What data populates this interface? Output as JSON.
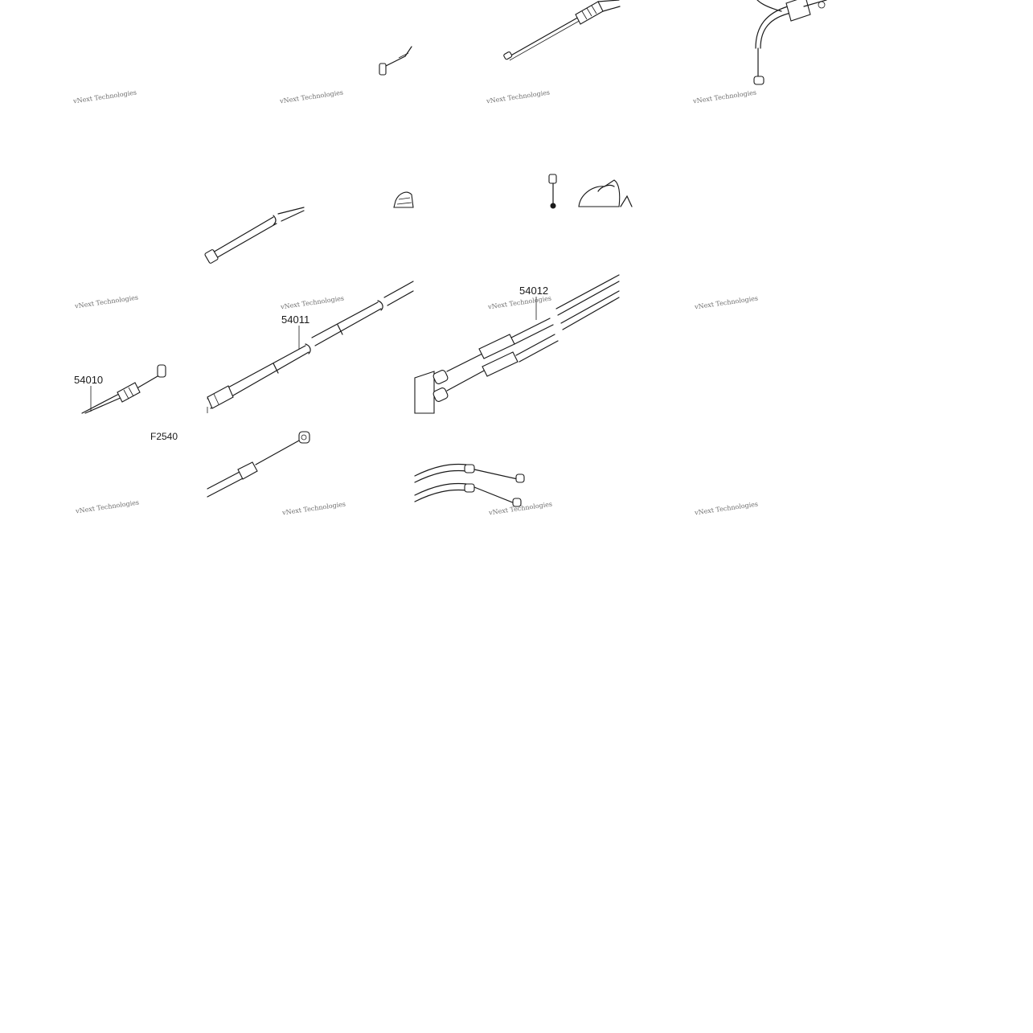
{
  "diagram": {
    "figure_code": "F2540",
    "watermark_text": "vNext Technologies",
    "callouts": [
      {
        "id": "54010",
        "label": "54010"
      },
      {
        "id": "54011",
        "label": "54011"
      },
      {
        "id": "54012",
        "label": "54012"
      }
    ]
  }
}
